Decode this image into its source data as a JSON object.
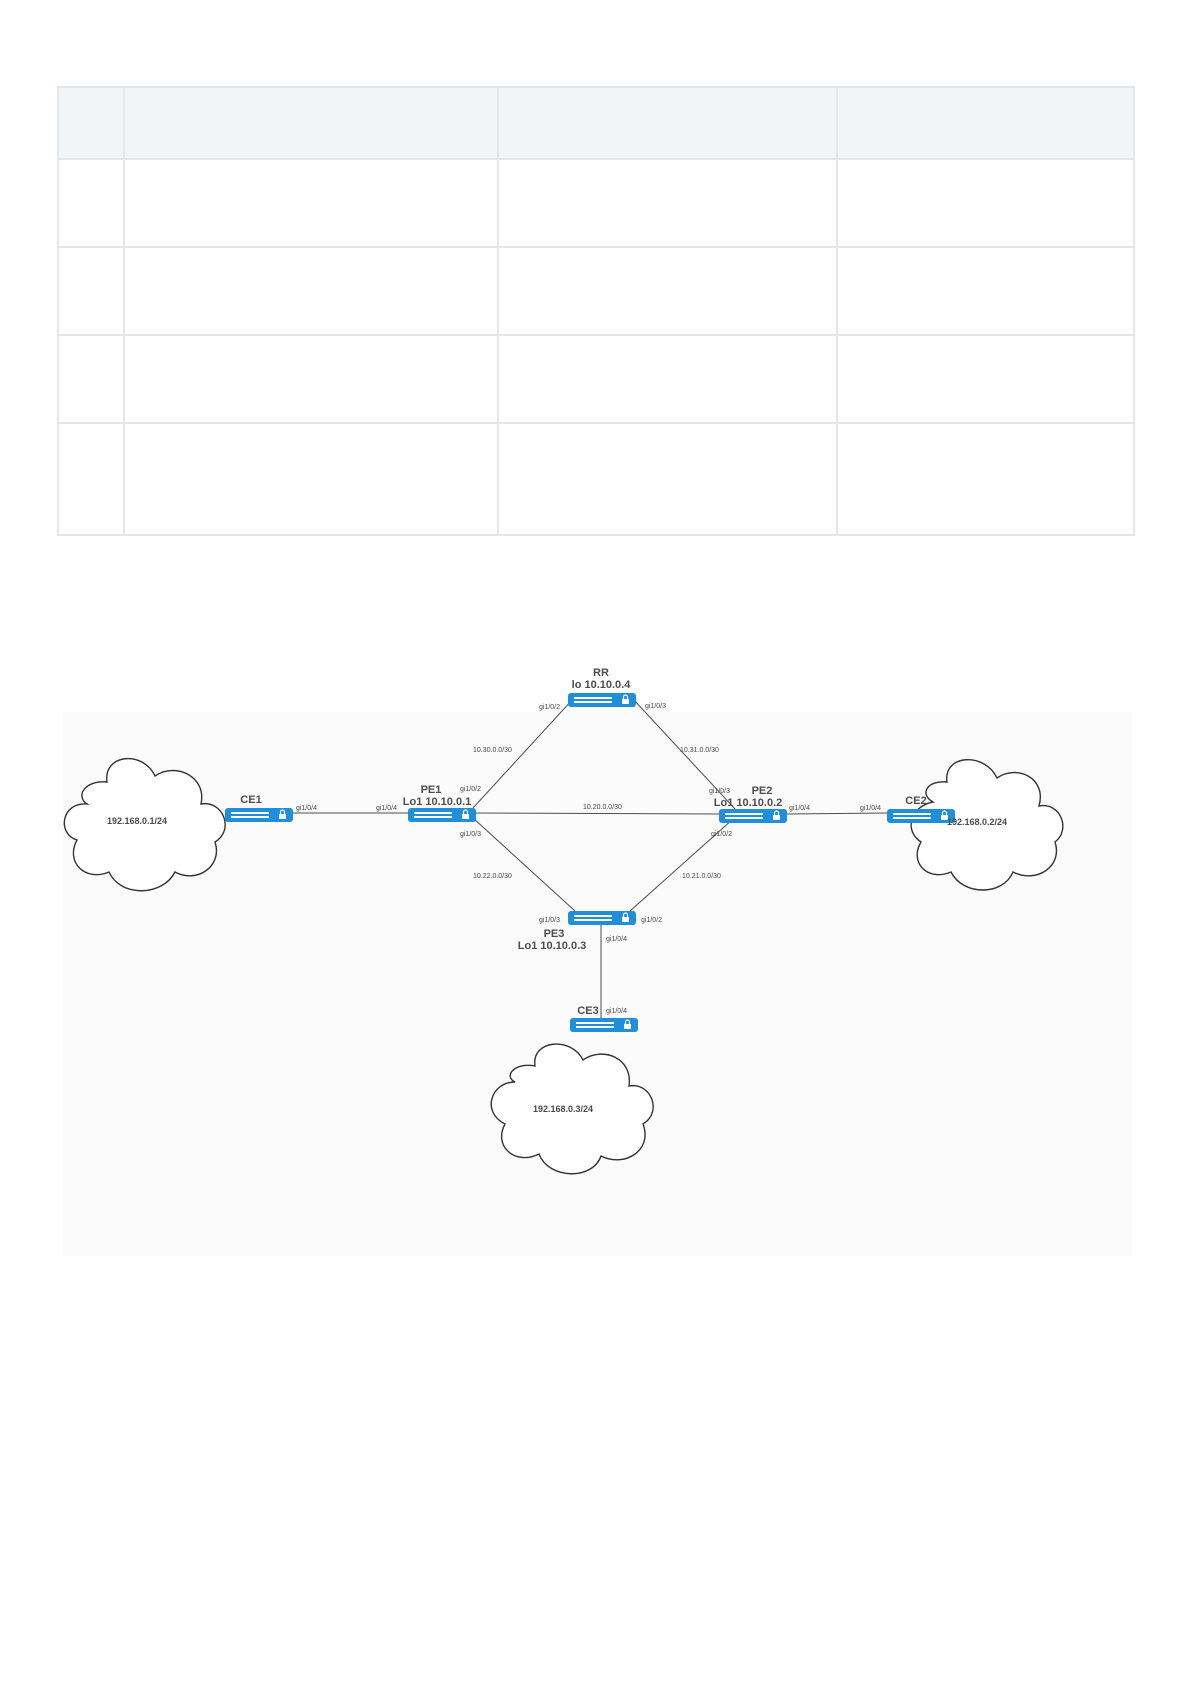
{
  "table": {
    "header": [
      "",
      "",
      "",
      ""
    ],
    "rows": [
      [
        "",
        "",
        "",
        ""
      ],
      [
        "",
        "",
        "",
        ""
      ],
      [
        "",
        "",
        "",
        ""
      ],
      [
        "",
        "",
        "",
        ""
      ]
    ]
  },
  "diagram": {
    "devices": {
      "rr": {
        "name": "RR",
        "loopback": "lo 10.10.0.4"
      },
      "pe1": {
        "name": "PE1",
        "loopback": "Lo1 10.10.0.1"
      },
      "pe2": {
        "name": "PE2",
        "loopback": "Lo1 10.10.0.2"
      },
      "pe3": {
        "name": "PE3",
        "loopback": "Lo1 10.10.0.3"
      },
      "ce1": {
        "name": "CE1"
      },
      "ce2": {
        "name": "CE2"
      },
      "ce3": {
        "name": "CE3"
      }
    },
    "networks": {
      "rr_pe1": "10.30.0.0/30",
      "rr_pe2": "10.31.0.0/30",
      "pe1_pe2": "10.20.0.0/30",
      "pe1_pe3": "10.22.0.0/30",
      "pe2_pe3": "10.21.0.0/30"
    },
    "interfaces": {
      "rr_left": "gi1/0/2",
      "rr_right": "gi1/0/3",
      "pe1_up": "gi1/0/2",
      "pe1_left": "gi1/0/4",
      "pe1_down": "gi1/0/3",
      "pe2_up": "gi1/0/3",
      "pe2_right": "gi1/0/4",
      "pe2_down": "gi1/0/2",
      "pe3_left": "gi1/0/3",
      "pe3_right": "gi1/0/2",
      "pe3_down": "gi1/0/4",
      "ce1_right": "gi1/0/4",
      "ce2_left": "gi1/0/4",
      "ce3_up": "gi1/0/4"
    },
    "clouds": {
      "left": "192.168.0.1/24",
      "right": "192.168.0.2/24",
      "bottom": "192.168.0.3/24"
    },
    "colors": {
      "device": "#1e8fd8",
      "device_light": "#ffffff",
      "link": "#4d4d4d",
      "cloud_stroke": "#333333"
    }
  }
}
